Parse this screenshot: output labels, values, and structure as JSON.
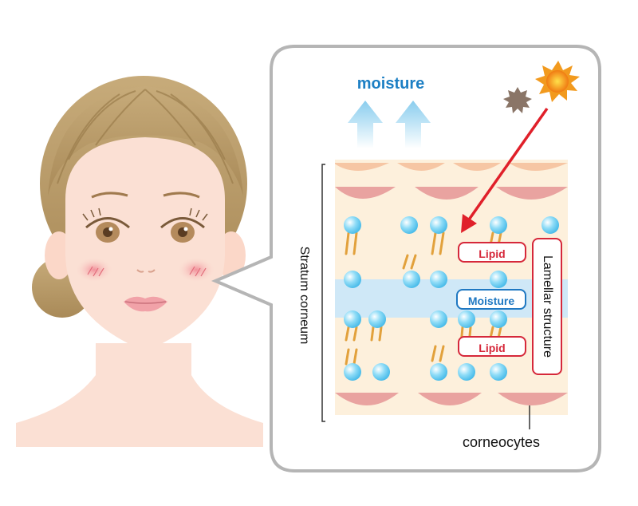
{
  "labels": {
    "moisture_title": "moisture",
    "stratum_corneum": "Stratum corneum",
    "lipid_top": "Lipid",
    "moisture_tag": "Moisture",
    "lipid_bottom": "Lipid",
    "lamellar_structure": "Lamellar structure",
    "corneocytes": "corneocytes"
  },
  "colors": {
    "moisture_text": "#1c7fc4",
    "lipid_outline": "#d6283a",
    "moisture_outline": "#1f78c2",
    "uv_arrow": "#e0202a",
    "skin_layer": "#fdf0dc",
    "corneocyte": "#e9a3a0",
    "moisture_band": "#cfe8f7",
    "lipid_head": "#6fcaf0",
    "lipid_tail": "#e2a13c",
    "hair": "#b89a66",
    "face_skin": "#fbe0d4"
  },
  "icons": [
    "sun-icon",
    "dark-particle-icon",
    "moisture-up-arrow-icon"
  ]
}
